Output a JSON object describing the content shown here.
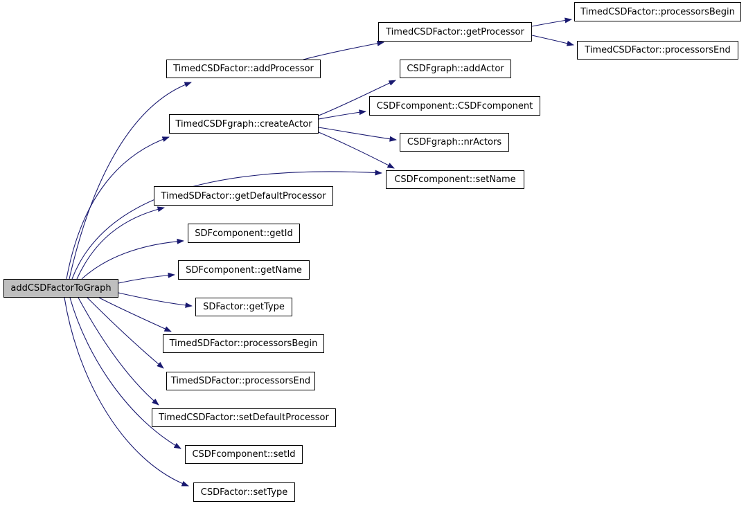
{
  "diagram": {
    "type": "call-graph",
    "root": "addCSDFactorToGraph",
    "colors": {
      "edge": "#191970",
      "node_background": "#ffffff",
      "node_border": "#000000",
      "root_background": "#bfbfbf"
    },
    "nodes": [
      {
        "id": "addCSDFactorToGraph",
        "label": "addCSDFactorToGraph"
      },
      {
        "id": "TimedCSDFactor::addProcessor",
        "label": "TimedCSDFactor::addProcessor"
      },
      {
        "id": "TimedCSDFgraph::createActor",
        "label": "TimedCSDFgraph::createActor"
      },
      {
        "id": "TimedSDFactor::getDefaultProcessor",
        "label": "TimedSDFactor::getDefaultProcessor"
      },
      {
        "id": "SDFcomponent::getId",
        "label": "SDFcomponent::getId"
      },
      {
        "id": "SDFcomponent::getName",
        "label": "SDFcomponent::getName"
      },
      {
        "id": "SDFactor::getType",
        "label": "SDFactor::getType"
      },
      {
        "id": "TimedSDFactor::processorsBegin",
        "label": "TimedSDFactor::processorsBegin"
      },
      {
        "id": "TimedSDFactor::processorsEnd",
        "label": "TimedSDFactor::processorsEnd"
      },
      {
        "id": "TimedCSDFactor::setDefaultProcessor",
        "label": "TimedCSDFactor::setDefaultProcessor"
      },
      {
        "id": "CSDFcomponent::setId",
        "label": "CSDFcomponent::setId"
      },
      {
        "id": "CSDFactor::setType",
        "label": "CSDFactor::setType"
      },
      {
        "id": "TimedCSDFactor::getProcessor",
        "label": "TimedCSDFactor::getProcessor"
      },
      {
        "id": "CSDFgraph::addActor",
        "label": "CSDFgraph::addActor"
      },
      {
        "id": "CSDFcomponent::CSDFcomponent",
        "label": "CSDFcomponent::CSDFcomponent"
      },
      {
        "id": "CSDFgraph::nrActors",
        "label": "CSDFgraph::nrActors"
      },
      {
        "id": "CSDFcomponent::setName",
        "label": "CSDFcomponent::setName"
      },
      {
        "id": "TimedCSDFactor::processorsBegin",
        "label": "TimedCSDFactor::processorsBegin"
      },
      {
        "id": "TimedCSDFactor::processorsEnd",
        "label": "TimedCSDFactor::processorsEnd"
      }
    ],
    "edges": [
      {
        "from": "addCSDFactorToGraph",
        "to": "TimedCSDFactor::addProcessor"
      },
      {
        "from": "addCSDFactorToGraph",
        "to": "TimedCSDFgraph::createActor"
      },
      {
        "from": "addCSDFactorToGraph",
        "to": "CSDFcomponent::setName"
      },
      {
        "from": "addCSDFactorToGraph",
        "to": "TimedSDFactor::getDefaultProcessor"
      },
      {
        "from": "addCSDFactorToGraph",
        "to": "SDFcomponent::getId"
      },
      {
        "from": "addCSDFactorToGraph",
        "to": "SDFcomponent::getName"
      },
      {
        "from": "addCSDFactorToGraph",
        "to": "SDFactor::getType"
      },
      {
        "from": "addCSDFactorToGraph",
        "to": "TimedSDFactor::processorsBegin"
      },
      {
        "from": "addCSDFactorToGraph",
        "to": "TimedSDFactor::processorsEnd"
      },
      {
        "from": "addCSDFactorToGraph",
        "to": "TimedCSDFactor::setDefaultProcessor"
      },
      {
        "from": "addCSDFactorToGraph",
        "to": "CSDFcomponent::setId"
      },
      {
        "from": "addCSDFactorToGraph",
        "to": "CSDFactor::setType"
      },
      {
        "from": "TimedCSDFactor::addProcessor",
        "to": "TimedCSDFactor::getProcessor"
      },
      {
        "from": "TimedCSDFactor::getProcessor",
        "to": "TimedCSDFactor::processorsBegin"
      },
      {
        "from": "TimedCSDFactor::getProcessor",
        "to": "TimedCSDFactor::processorsEnd"
      },
      {
        "from": "TimedCSDFgraph::createActor",
        "to": "CSDFgraph::addActor"
      },
      {
        "from": "TimedCSDFgraph::createActor",
        "to": "CSDFcomponent::CSDFcomponent"
      },
      {
        "from": "TimedCSDFgraph::createActor",
        "to": "CSDFgraph::nrActors"
      },
      {
        "from": "TimedCSDFgraph::createActor",
        "to": "CSDFcomponent::setName"
      }
    ]
  }
}
